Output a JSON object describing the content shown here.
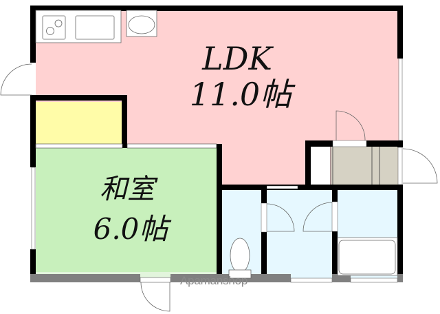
{
  "floorplan": {
    "rooms": [
      {
        "id": "ldk",
        "name": "LDK",
        "size": "11.0帖",
        "color": "#ffd2d2"
      },
      {
        "id": "washitsu",
        "name": "和室",
        "size": "6.0帖",
        "color": "#c8f0bc"
      },
      {
        "id": "closet",
        "name": "",
        "size": "",
        "color": "#fffca8"
      },
      {
        "id": "toilet",
        "name": "",
        "size": "",
        "color": "#e6f8ff"
      },
      {
        "id": "washroom",
        "name": "",
        "size": "",
        "color": "#e6f8ff"
      },
      {
        "id": "bathroom",
        "name": "",
        "size": "",
        "color": "#e6f8ff"
      },
      {
        "id": "entrance",
        "name": "",
        "size": "",
        "color": "#d6d2c4"
      }
    ],
    "labels": {
      "ldk_title": "LDK",
      "ldk_size": "11.0帖",
      "washitsu_title": "和室",
      "washitsu_size": "6.0帖"
    },
    "watermark": "Apamanshop",
    "colors": {
      "wall": "#000000",
      "balcony_wall": "#808080",
      "fixture_line": "#555555"
    }
  }
}
